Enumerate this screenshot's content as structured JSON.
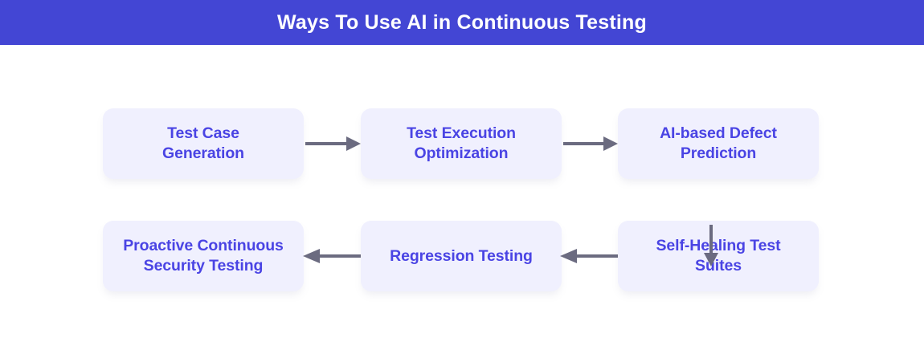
{
  "header": {
    "title": "Ways To Use AI in Continuous Testing",
    "background_color": "#4346d4",
    "text_color": "#ffffff"
  },
  "theme": {
    "page_background": "#ffffff",
    "node_fill": "#f0f0fe",
    "node_text_color": "#4a44e4",
    "arrow_color": "#6b6b80"
  },
  "diagram": {
    "type": "flowchart",
    "layout": "3-column snake, left-to-right on top row, down on right, right-to-left on bottom row",
    "nodes": [
      {
        "id": "node-1",
        "label": "Test Case\nGeneration",
        "line1": "Test Case",
        "line2": "Generation",
        "row": 1,
        "col": 1
      },
      {
        "id": "node-2",
        "label": "Test Execution\nOptimization",
        "line1": "Test Execution",
        "line2": "Optimization",
        "row": 1,
        "col": 2
      },
      {
        "id": "node-3",
        "label": "AI-based Defect\nPrediction",
        "line1": "AI-based Defect",
        "line2": "Prediction",
        "row": 1,
        "col": 3
      },
      {
        "id": "node-4",
        "label": "Self-Healing Test\nSuites",
        "line1": "Self-Healing Test",
        "line2": "Suites",
        "row": 2,
        "col": 3
      },
      {
        "id": "node-5",
        "label": "Regression Testing",
        "line1": "Regression Testing",
        "line2": "",
        "row": 2,
        "col": 2
      },
      {
        "id": "node-6",
        "label": "Proactive Continuous\nSecurity Testing",
        "line1": "Proactive Continuous",
        "line2": "Security Testing",
        "row": 2,
        "col": 1
      }
    ],
    "connectors": [
      {
        "id": "arrow-1",
        "from": "node-1",
        "to": "node-2",
        "direction": "right"
      },
      {
        "id": "arrow-2",
        "from": "node-2",
        "to": "node-3",
        "direction": "right"
      },
      {
        "id": "arrow-3",
        "from": "node-3",
        "to": "node-4",
        "direction": "down"
      },
      {
        "id": "arrow-4",
        "from": "node-4",
        "to": "node-5",
        "direction": "left"
      },
      {
        "id": "arrow-5",
        "from": "node-5",
        "to": "node-6",
        "direction": "left"
      }
    ]
  }
}
